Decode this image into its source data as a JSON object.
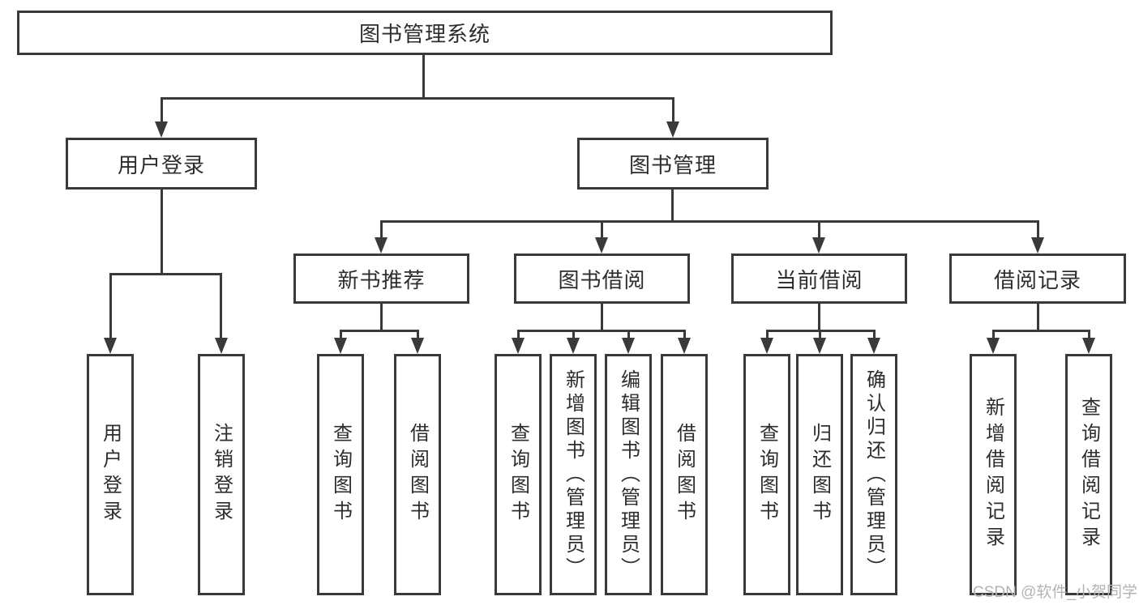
{
  "watermark": "CSDN @软件_小贺同学",
  "colors": {
    "line": "#3a3a3a",
    "box_border": "#3a3a3a",
    "text": "#2d2d2d",
    "background": "#ffffff",
    "watermark": "#b3b3b3"
  },
  "tree": {
    "root": {
      "label": "图书管理系统"
    },
    "level1": [
      {
        "id": "user-login",
        "label": "用户登录"
      },
      {
        "id": "book-management",
        "label": "图书管理"
      }
    ],
    "level2": [
      {
        "id": "new-book-recommendation",
        "label": "新书推荐",
        "parent": "图书管理"
      },
      {
        "id": "book-borrowing",
        "label": "图书借阅",
        "parent": "图书管理"
      },
      {
        "id": "current-borrowing",
        "label": "当前借阅",
        "parent": "图书管理"
      },
      {
        "id": "borrowing-records",
        "label": "借阅记录",
        "parent": "图书管理"
      }
    ],
    "leaves": [
      {
        "label": "用户登录",
        "parent": "用户登录"
      },
      {
        "label": "注销登录",
        "parent": "用户登录"
      },
      {
        "label": "查询图书",
        "parent": "新书推荐"
      },
      {
        "label": "借阅图书",
        "parent": "新书推荐"
      },
      {
        "label": "查询图书",
        "parent": "图书借阅"
      },
      {
        "label": "新增图书（管理员）",
        "parent": "图书借阅"
      },
      {
        "label": "编辑图书（管理员）",
        "parent": "图书借阅"
      },
      {
        "label": "借阅图书",
        "parent": "图书借阅"
      },
      {
        "label": "查询图书",
        "parent": "当前借阅"
      },
      {
        "label": "归还图书",
        "parent": "当前借阅"
      },
      {
        "label": "确认归还（管理员）",
        "parent": "当前借阅"
      },
      {
        "label": "新增借阅记录",
        "parent": "借阅记录"
      },
      {
        "label": "查询借阅记录",
        "parent": "借阅记录"
      }
    ]
  }
}
